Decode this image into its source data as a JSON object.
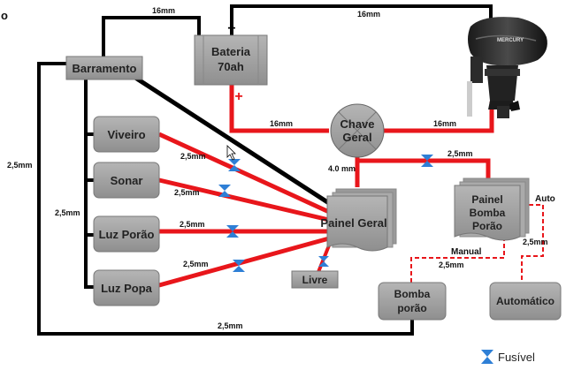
{
  "corner_mark": "o",
  "nodes": {
    "bateria": {
      "line1": "Bateria",
      "line2": "70ah",
      "minus": "−",
      "plus": "+"
    },
    "barramento": "Barramento",
    "chave": {
      "line1": "Chave",
      "line2": "Geral"
    },
    "viveiro": "Viveiro",
    "sonar": "Sonar",
    "luz_porao": "Luz Porão",
    "luz_popa": "Luz Popa",
    "painel_geral": "Painel Geral",
    "livre": "Livre",
    "painel_bomba": {
      "line1": "Painel",
      "line2": "Bomba",
      "line3": "Porão"
    },
    "bomba_porao": {
      "line1": "Bomba",
      "line2": "porão"
    },
    "automatico": "Automático",
    "motor_brand": "MERCURY"
  },
  "wire_labels": {
    "top_left_16": "16mm",
    "top_right_16": "16mm",
    "chave_left_16": "16mm",
    "chave_right_16": "16mm",
    "left_outer": "2,5mm",
    "left_inner": "2,5mm",
    "bottom": "2,5mm",
    "viveiro": "2,5mm",
    "sonar": "2,5mm",
    "luz_porao": "2,5mm",
    "luz_popa": "2,5mm",
    "chave_painel": "4.0 mm",
    "to_painel_bomba": "2,5mm",
    "manual_wire": "2,5mm",
    "auto_wire": "2,5mm",
    "manual": "Manual",
    "auto": "Auto"
  },
  "legend": {
    "fusivel": "Fusível"
  },
  "colors": {
    "power_wire": "#e8161b",
    "ground_wire": "#000000",
    "box_fill": "#a6a6a6",
    "fuse": "#2e7fd6"
  },
  "icons": [
    "fuse-icon",
    "outboard-motor-icon",
    "mouse-cursor-icon"
  ]
}
